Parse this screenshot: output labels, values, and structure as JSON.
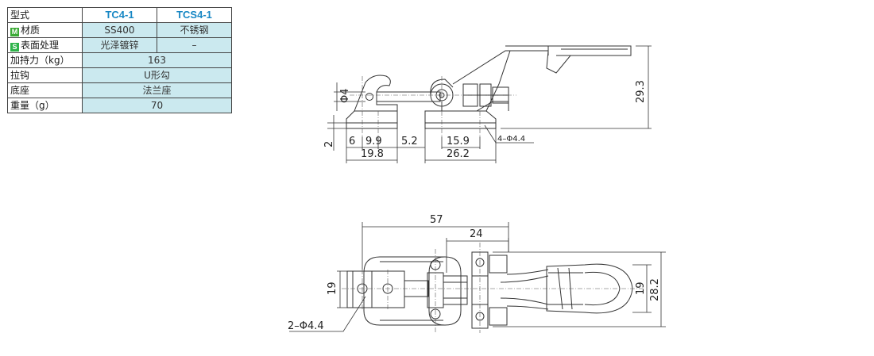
{
  "spec_table": {
    "header": {
      "label": "型式",
      "col1": "TC4-1",
      "col2": "TCS4-1"
    },
    "material": {
      "badge": "M",
      "label": "材质",
      "col1": "SS400",
      "col2": "不锈钢"
    },
    "surface": {
      "badge": "S",
      "label": "表面处理",
      "col1": "光泽镀锌",
      "col2": "–"
    },
    "force": {
      "label": "加持力（kg）",
      "value": "163"
    },
    "hook": {
      "label": "拉钩",
      "value": "U形勾"
    },
    "base": {
      "label": "底座",
      "value": "法兰座"
    },
    "weight": {
      "label": "重量（g）",
      "value": "70"
    }
  },
  "side_view": {
    "dim_phi": "Φ4",
    "dim_height": "29.3",
    "dim_base": "2",
    "dim_6": "6",
    "dim_9_9": "9.9",
    "dim_5_2": "5.2",
    "dim_15_9": "15.9",
    "dim_19_8": "19.8",
    "dim_26_2": "26.2",
    "hole_note": "4–Φ4.4"
  },
  "top_view": {
    "dim_57": "57",
    "dim_24": "24",
    "dim_19_left": "19",
    "dim_19_right": "19",
    "dim_28_2": "28.2",
    "hole_note": "2–Φ4.4"
  }
}
